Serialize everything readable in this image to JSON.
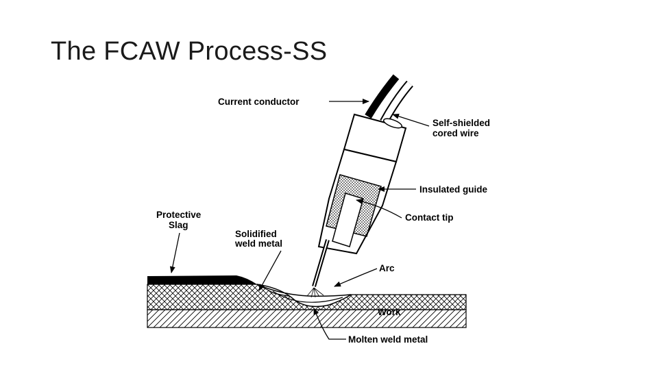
{
  "slide": {
    "title": "The FCAW Process-SS"
  },
  "diagram": {
    "labels": {
      "current_conductor": "Current conductor",
      "self_shielded_line1": "Self-shielded",
      "self_shielded_line2": "cored wire",
      "insulated_guide": "Insulated guide",
      "contact_tip": "Contact tip",
      "protective_line1": "Protective",
      "protective_line2": "Slag",
      "solidified_line1": "Solidified",
      "solidified_line2": "weld metal",
      "arc": "Arc",
      "work": "Work",
      "molten": "Molten weld metal"
    }
  }
}
